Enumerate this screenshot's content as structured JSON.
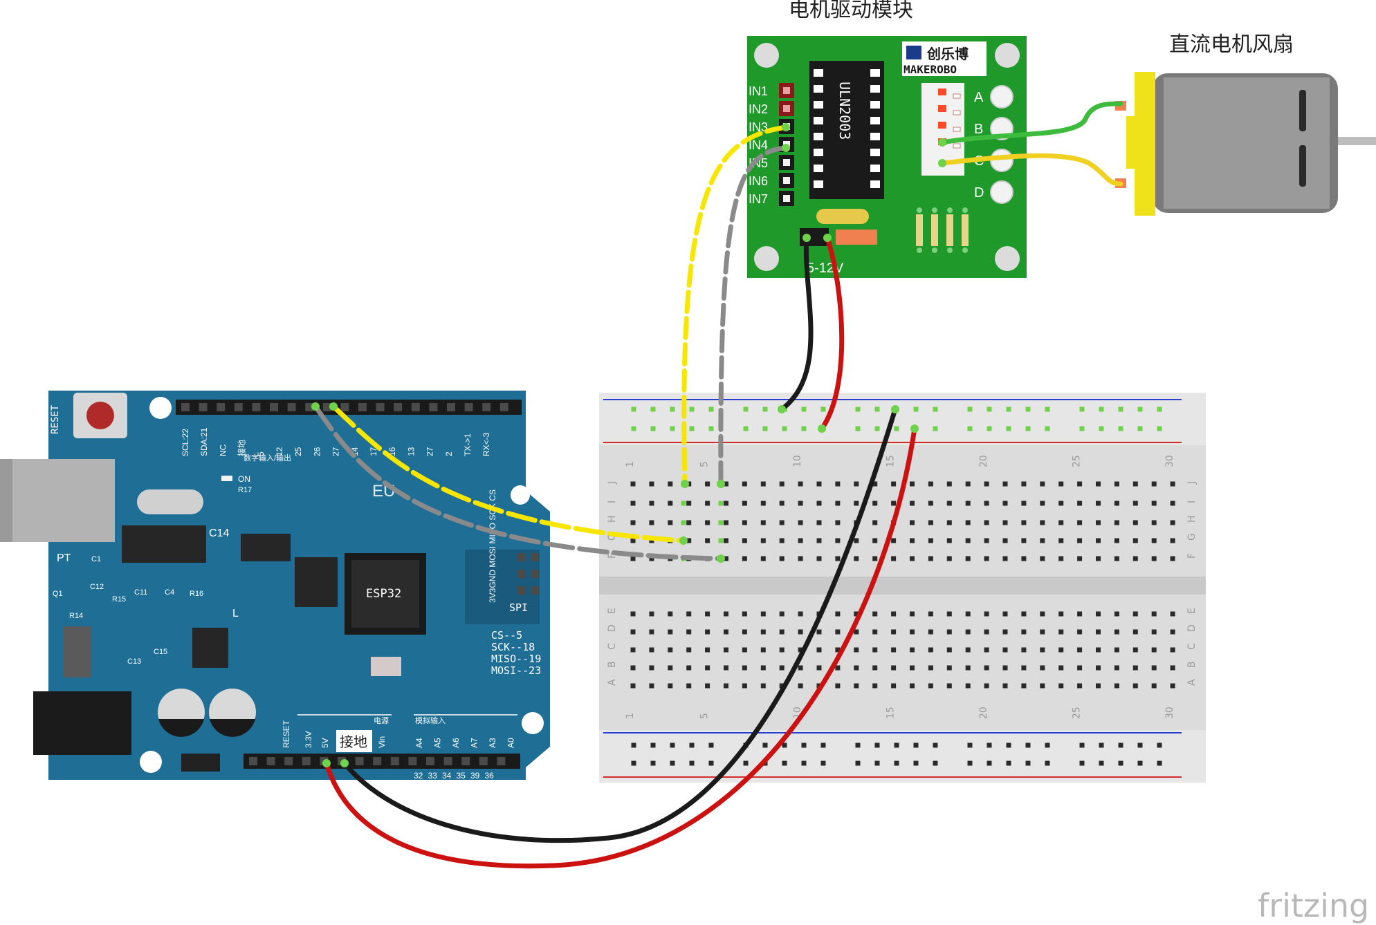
{
  "captions": {
    "driver": "电机驱动模块",
    "fan": "直流电机风扇"
  },
  "driver_board": {
    "brand_cn": "创乐博",
    "brand_en": "MAKEROBO",
    "chip": "ULN2003",
    "inputs": [
      "IN1",
      "IN2",
      "IN3",
      "IN4",
      "IN5",
      "IN6",
      "IN7"
    ],
    "outputs": [
      "A",
      "B",
      "C",
      "D"
    ],
    "power": "5-12V"
  },
  "controller_board": {
    "chip": "ESP32",
    "reset": "RESET",
    "on": "ON",
    "top_pins": [
      "SCL:22",
      "SDA:21",
      "NC",
      "接地",
      "5",
      "12",
      "25",
      "26",
      "27",
      "14",
      "17",
      "16",
      "13",
      "27",
      "2",
      "TX->1",
      "RX<-3"
    ],
    "digital_header": "数字输入/输出",
    "power_header": "电源",
    "analog_header": "模拟输入",
    "power_pins": [
      "RESET",
      "3.3V",
      "5V",
      "接地",
      "Vin"
    ],
    "analog_pins": [
      "A4",
      "A5",
      "A6",
      "A7",
      "A3",
      "A0"
    ],
    "analog_nums": [
      "32",
      "33",
      "34",
      "35",
      "39",
      "36"
    ],
    "spi": "SPI",
    "spi_map": [
      "CS--5",
      "SCK--18",
      "MISO--19",
      "MOSI--23"
    ],
    "spi_pins": "3V3GND MOSI MISO SCK CS",
    "components": [
      "C14",
      "C1",
      "C12",
      "C11",
      "C4",
      "R16",
      "R14",
      "R15",
      "C15",
      "C13",
      "L",
      "R17",
      "PT",
      "Q1"
    ],
    "partial_label": "EU"
  },
  "breadboard": {
    "col_numbers": [
      "1",
      "5",
      "10",
      "15",
      "20",
      "25",
      "30"
    ],
    "top_rows": [
      "J",
      "I",
      "H",
      "G",
      "F"
    ],
    "bottom_rows": [
      "E",
      "D",
      "C",
      "B",
      "A"
    ]
  },
  "watermark": "fritzing",
  "colors": {
    "pcb_blue": "#1f6e96",
    "driver_green": "#1f9a2a",
    "wire_yellow": "#f6e600",
    "wire_gray": "#8a8a8a",
    "wire_red": "#cc1111",
    "wire_black": "#1a1a1a",
    "wire_green": "#3dbb3d",
    "fan_yellow": "#f0e21a"
  }
}
